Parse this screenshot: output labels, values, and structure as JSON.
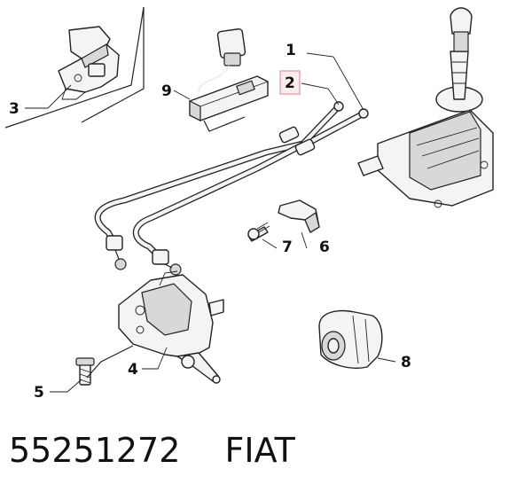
{
  "diagram": {
    "callouts": [
      {
        "id": "1",
        "label": "1"
      },
      {
        "id": "2",
        "label": "2",
        "highlighted": true
      },
      {
        "id": "3",
        "label": "3"
      },
      {
        "id": "4",
        "label": "4"
      },
      {
        "id": "5",
        "label": "5"
      },
      {
        "id": "6",
        "label": "6"
      },
      {
        "id": "7",
        "label": "7"
      },
      {
        "id": "8",
        "label": "8"
      },
      {
        "id": "9",
        "label": "9"
      }
    ],
    "colors": {
      "line": "#222222",
      "highlight_box": "#e8a0a8",
      "highlight_fill": "#fbecee",
      "part_fill": "#f4f4f4"
    }
  },
  "footer": {
    "part_number": "55251272",
    "brand": "FIAT"
  }
}
